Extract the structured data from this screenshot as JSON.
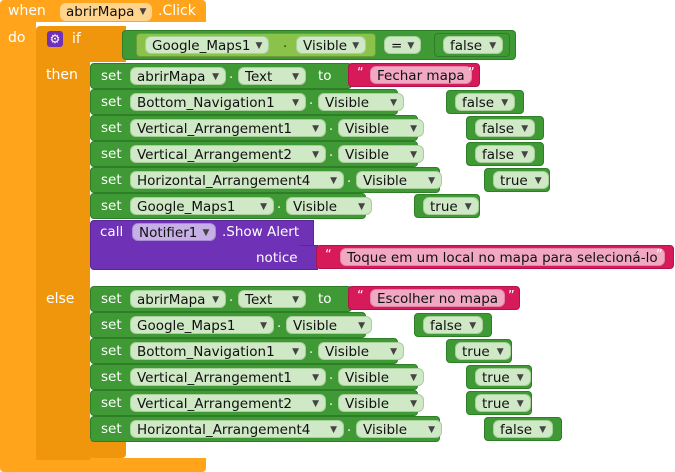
{
  "event": {
    "when": "when",
    "component": "abrirMapa",
    "event": ".Click",
    "do": "do"
  },
  "if_block": {
    "if": "if",
    "then": "then",
    "else": "else"
  },
  "condition": {
    "component": "Google_Maps1",
    "property": "Visible",
    "operator": "=",
    "value": "false"
  },
  "words": {
    "set": "set",
    "to": "to",
    "call": "call",
    "dot": "."
  },
  "then_rows": [
    {
      "component": "abrirMapa",
      "property": "Text",
      "value": "Fechar mapa",
      "type": "text"
    },
    {
      "component": "Bottom_Navigation1",
      "property": "Visible",
      "value": "false",
      "type": "bool"
    },
    {
      "component": "Vertical_Arrangement1",
      "property": "Visible",
      "value": "false",
      "type": "bool"
    },
    {
      "component": "Vertical_Arrangement2",
      "property": "Visible",
      "value": "false",
      "type": "bool"
    },
    {
      "component": "Horizontal_Arrangement4",
      "property": "Visible",
      "value": "true",
      "type": "bool"
    },
    {
      "component": "Google_Maps1",
      "property": "Visible",
      "value": "true",
      "type": "bool"
    }
  ],
  "call": {
    "component": "Notifier1",
    "method": ".Show Alert",
    "param": "notice",
    "value": "Toque em um local no mapa para selecioná-lo"
  },
  "else_rows": [
    {
      "component": "abrirMapa",
      "property": "Text",
      "value": "Escolher no mapa",
      "type": "text"
    },
    {
      "component": "Google_Maps1",
      "property": "Visible",
      "value": "false",
      "type": "bool"
    },
    {
      "component": "Bottom_Navigation1",
      "property": "Visible",
      "value": "true",
      "type": "bool"
    },
    {
      "component": "Vertical_Arrangement1",
      "property": "Visible",
      "value": "true",
      "type": "bool"
    },
    {
      "component": "Vertical_Arrangement2",
      "property": "Visible",
      "value": "true",
      "type": "bool"
    },
    {
      "component": "Horizontal_Arrangement4",
      "property": "Visible",
      "value": "false",
      "type": "bool"
    }
  ],
  "colors": {
    "event": "#ffa41b",
    "set": "#3f9a35",
    "call": "#6f31b5",
    "text": "#d61a5a"
  }
}
